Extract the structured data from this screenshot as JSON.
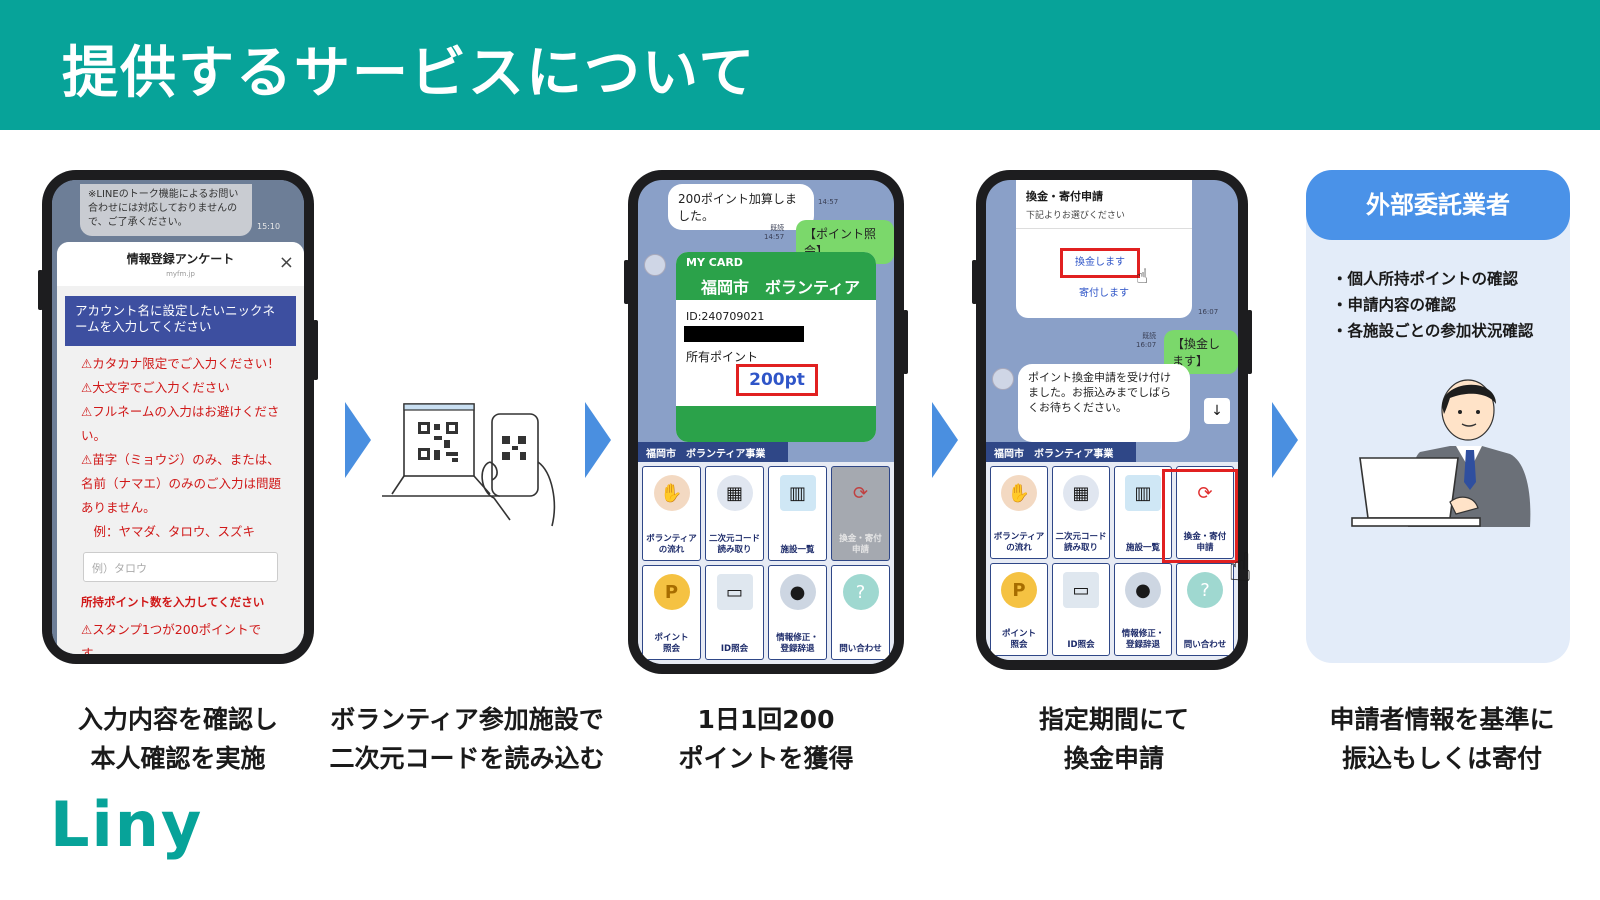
{
  "header": {
    "title": "提供するサービスについて"
  },
  "steps": [
    {
      "caption": [
        "入力内容を確認し",
        "本人確認を実施"
      ]
    },
    {
      "caption": [
        "ボランティア参加施設で",
        "二次元コードを読み込む"
      ]
    },
    {
      "caption": [
        "1日1回200",
        "ポイントを獲得"
      ]
    },
    {
      "caption": [
        "指定期間にて",
        "換金申請"
      ]
    },
    {
      "caption": [
        "申請者情報を基準に",
        "振込もしくは寄付"
      ]
    }
  ],
  "phone1": {
    "top_bubble": "※LINEのトーク機能によるお問い合わせには対応しておりませんので、ご了承ください。",
    "top_time": "15:10",
    "modal_title": "情報登録アンケート",
    "modal_sub": "myfm.jp",
    "close": "×",
    "blue_text": "アカウント名に設定したいニックネームを入力してください",
    "warnings": [
      "⚠カタカナ限定でご入力ください！",
      "⚠大文字でご入力ください",
      "⚠フルネームの入力はお避けくださ",
      "い。",
      "⚠苗字（ミョウジ）のみ、または、",
      "名前（ナマエ）のみのご入力は問題",
      "ありません。",
      "　例：ヤマダ、タロウ、スズキ"
    ],
    "input_placeholder": "例）タロウ",
    "points_label": "所持ポイント数を入力してください",
    "warnings2": [
      "⚠スタンプ1つが200ポイントで",
      "す。"
    ]
  },
  "phone3": {
    "bubble": "200ポイント加算しました。",
    "bubble_time": "14:57",
    "green": "【ポイント照会】",
    "green_time": "既読\n14:57",
    "card_label": "MY CARD",
    "card_name": "福岡市　ボランティア",
    "card_id": "ID:240709021",
    "card_points_label": "所有ポイント",
    "card_points": "200pt",
    "menu_band": "福岡市　ボランティア事業",
    "tiles": [
      "ボランティア\nの流れ",
      "二次元コード\n読み取り",
      "施設一覧",
      "換金・寄付\n申請",
      "ポイント\n照会",
      "ID照会",
      "情報修正・\n登録辞退",
      "問い合わせ"
    ]
  },
  "phone4": {
    "card_title": "換金・寄付申請",
    "card_sub": "下記よりお選びください",
    "option1": "換金します",
    "option2": "寄付します",
    "card_time": "16:07",
    "green": "【換金します】",
    "green_time": "既読\n16:07",
    "reply": "ポイント換金申請を受け付けました。お振込みまでしばらくお待ちください。",
    "down_arrow": "↓",
    "menu_band": "福岡市　ボランティア事業",
    "tiles": [
      "ボランティア\nの流れ",
      "二次元コード\n読み取り",
      "施設一覧",
      "換金・寄付\n申請",
      "ポイント\n照会",
      "ID照会",
      "情報修正・\n登録辞退",
      "問い合わせ"
    ]
  },
  "panel": {
    "title": "外部委託業者",
    "items": [
      "・個人所持ポイントの確認",
      "・申請内容の確認",
      "・各施設ごとの参加状況確認"
    ]
  },
  "logo": "Liny",
  "colors": {
    "header": "#07a399",
    "arrow": "#4a8fe0",
    "panel_head": "#4a92e8",
    "panel_bg": "#e3ecf9",
    "highlight": "#e12020",
    "menu_band": "#2f4787",
    "card_green": "#2ba24a"
  }
}
